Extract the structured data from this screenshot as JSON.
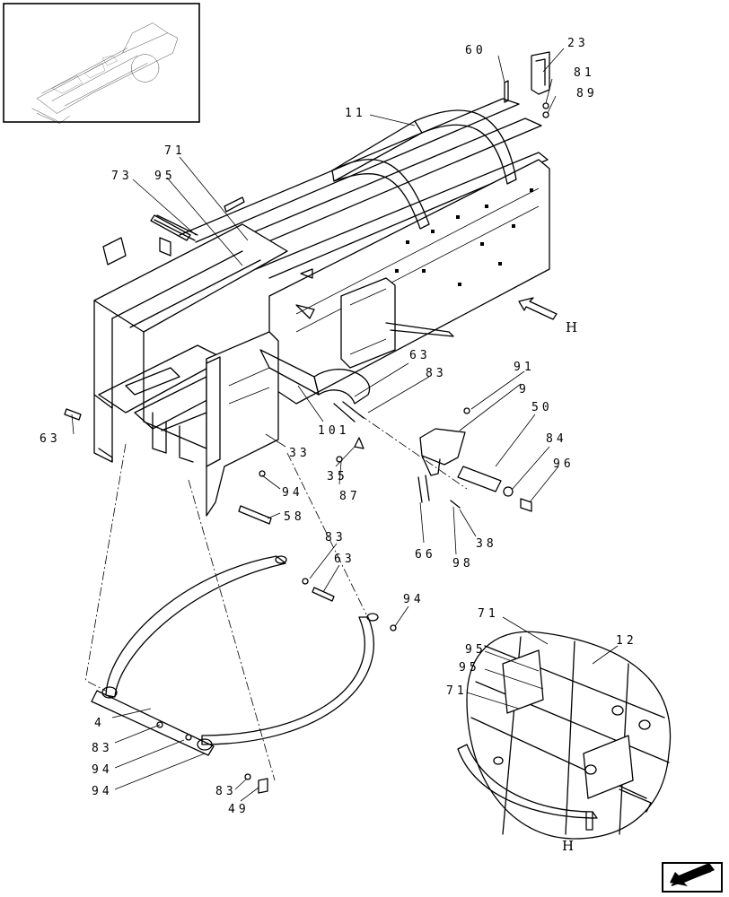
{
  "diagram": {
    "view_label": "H",
    "callouts": [
      {
        "id": "c60",
        "text": "60"
      },
      {
        "id": "c23",
        "text": "23"
      },
      {
        "id": "c81",
        "text": "81"
      },
      {
        "id": "c89",
        "text": "89"
      },
      {
        "id": "c11",
        "text": "11"
      },
      {
        "id": "c71a",
        "text": "71"
      },
      {
        "id": "c73",
        "text": "73"
      },
      {
        "id": "c95a",
        "text": "95"
      },
      {
        "id": "c63a",
        "text": "63"
      },
      {
        "id": "c83a",
        "text": "83"
      },
      {
        "id": "c91",
        "text": "91"
      },
      {
        "id": "c9",
        "text": "9"
      },
      {
        "id": "c50",
        "text": "50"
      },
      {
        "id": "c84",
        "text": "84"
      },
      {
        "id": "c96",
        "text": "96"
      },
      {
        "id": "c101",
        "text": "101"
      },
      {
        "id": "c33",
        "text": "33"
      },
      {
        "id": "c35",
        "text": "35"
      },
      {
        "id": "c87",
        "text": "87"
      },
      {
        "id": "c94a",
        "text": "94"
      },
      {
        "id": "c58",
        "text": "58"
      },
      {
        "id": "c63b",
        "text": "63"
      },
      {
        "id": "c66",
        "text": "66"
      },
      {
        "id": "c98",
        "text": "98"
      },
      {
        "id": "c38",
        "text": "38"
      },
      {
        "id": "c83b",
        "text": "83"
      },
      {
        "id": "c63c",
        "text": "63"
      },
      {
        "id": "c94b",
        "text": "94"
      },
      {
        "id": "c4",
        "text": "4"
      },
      {
        "id": "c83c",
        "text": "83"
      },
      {
        "id": "c94c",
        "text": "94"
      },
      {
        "id": "c94d",
        "text": "94"
      },
      {
        "id": "c83d",
        "text": "83"
      },
      {
        "id": "c49",
        "text": "49"
      },
      {
        "id": "c71b",
        "text": "71"
      },
      {
        "id": "c12",
        "text": "12"
      },
      {
        "id": "c95b",
        "text": "95"
      },
      {
        "id": "c95c",
        "text": "95"
      },
      {
        "id": "c71c",
        "text": "71"
      }
    ]
  }
}
